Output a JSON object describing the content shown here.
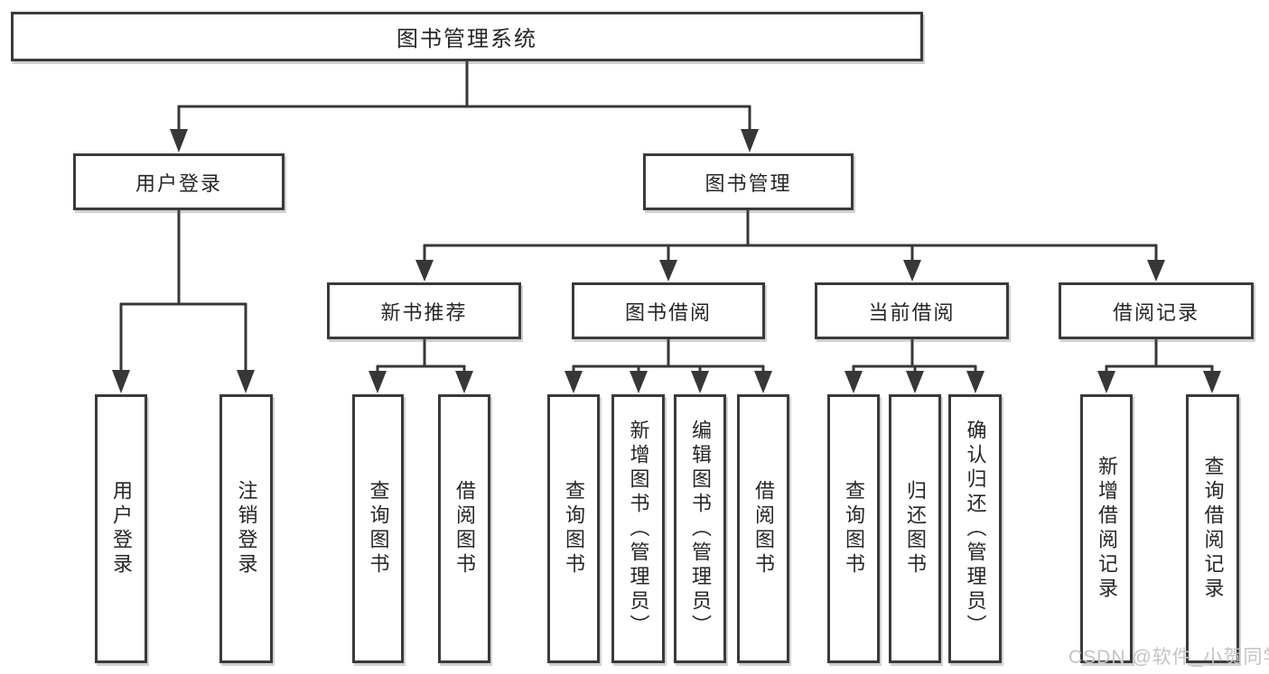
{
  "diagram_title": "图书管理系统",
  "nodes": {
    "root": "图书管理系统",
    "level2": {
      "user_login": "用户登录",
      "book_management": "图书管理"
    },
    "level3": {
      "new_book_rec": "新书推荐",
      "book_borrow": "图书借阅",
      "current_borrow": "当前借阅",
      "borrow_records": "借阅记录"
    },
    "leaves": {
      "user_login": "用户登录",
      "logout": "注销登录",
      "query_books_newrec": "查询图书",
      "borrow_books_newrec": "借阅图书",
      "query_books_borrow": "查询图书",
      "add_books_admin": "新增图书（管理员）",
      "edit_books_admin": "编辑图书（管理员）",
      "borrow_books_borrow": "借阅图书",
      "query_books_current": "查询图书",
      "return_books": "归还图书",
      "confirm_return_admin": "确认归还（管理员）",
      "add_borrow_record": "新增借阅记录",
      "query_borrow_record": "查询借阅记录"
    }
  },
  "watermark": "CSDN @软件_小贺同学",
  "colors": {
    "line": "#373737",
    "box_border": "#3a3a3a",
    "text": "#262626",
    "watermark": "#c4c4c4"
  }
}
